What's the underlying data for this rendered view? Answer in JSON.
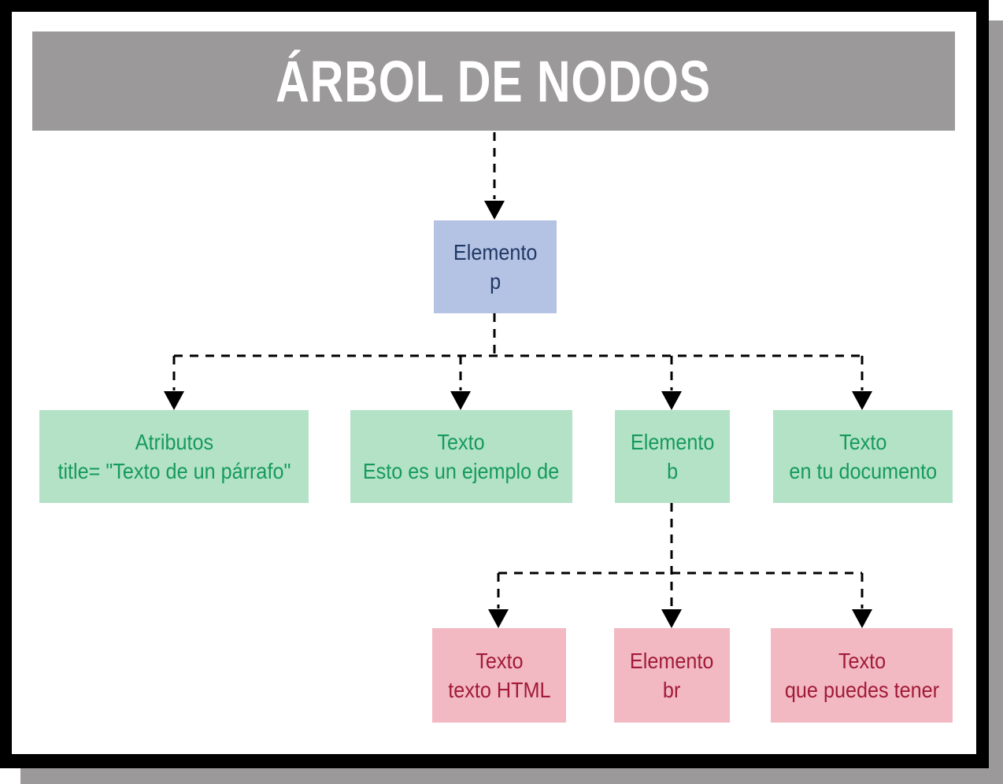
{
  "title_bar": {
    "text": "ÁRBOL DE NODOS"
  },
  "colors": {
    "title_bar_bg": "#9b9999",
    "title_text": "#ffffff",
    "frame": "#000000",
    "shadow": "#9b9999",
    "connector": "#000000",
    "element_node_bg": "#b4c2e4",
    "element_node_text": "#1f3864",
    "level1_node_bg": "#b3e2c7",
    "level1_node_text": "#169a5b",
    "level2_node_bg": "#f2b9c3",
    "level2_node_text": "#a11a37"
  },
  "nodes": {
    "root": {
      "line1": "Elemento",
      "line2": "p"
    },
    "attrs": {
      "line1": "Atributos",
      "line2": "title= \"Texto de un párrafo\""
    },
    "text1": {
      "line1": "Texto",
      "line2": "Esto es un ejemplo de"
    },
    "elem_b": {
      "line1": "Elemento",
      "line2": "b"
    },
    "text2": {
      "line1": "Texto",
      "line2": "en tu documento"
    },
    "text3": {
      "line1": "Texto",
      "line2": "texto HTML"
    },
    "elem_br": {
      "line1": "Elemento",
      "line2": "br"
    },
    "text4": {
      "line1": "Texto",
      "line2": "que puedes tener"
    }
  }
}
